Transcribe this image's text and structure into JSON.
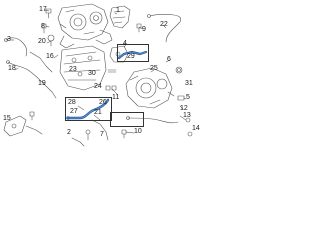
{
  "colors": {
    "line": "#555555",
    "ink": "#1a1a1a",
    "highlight": "#2f6fb5",
    "highlight_dark": "#1f4f8a",
    "background": "#ffffff"
  },
  "callouts": {
    "c1": "1",
    "c2": "2",
    "c3": "3",
    "c4": "4",
    "c5": "5",
    "c6": "6",
    "c7": "7",
    "c8": "8",
    "c9": "9",
    "c10": "10",
    "c11": "11",
    "c12": "12",
    "c13": "13",
    "c14": "14",
    "c15": "15",
    "c16": "16",
    "c17": "17",
    "c18": "18",
    "c19": "19",
    "c20": "20",
    "c21": "21",
    "c22": "22",
    "c23": "23",
    "c24": "24",
    "c25": "25",
    "c26": "26",
    "c27": "27",
    "c28": "28",
    "c29": "29",
    "c30": "30",
    "c31": "31"
  }
}
